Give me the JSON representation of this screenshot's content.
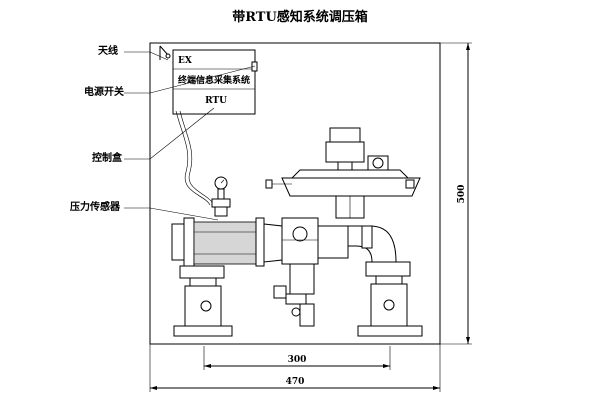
{
  "title": "带RTU感知系统调压箱",
  "callouts": {
    "antenna": "天线",
    "power_switch": "电源开关",
    "control_box": "控制盒",
    "pressure_sensor": "压力传感器"
  },
  "control_box": {
    "ex_label": "EX",
    "system_label": "终端信息采集系统",
    "rtu_label": "RTU"
  },
  "dimensions": {
    "inner_width": "300",
    "outer_width": "470",
    "height": "500"
  }
}
